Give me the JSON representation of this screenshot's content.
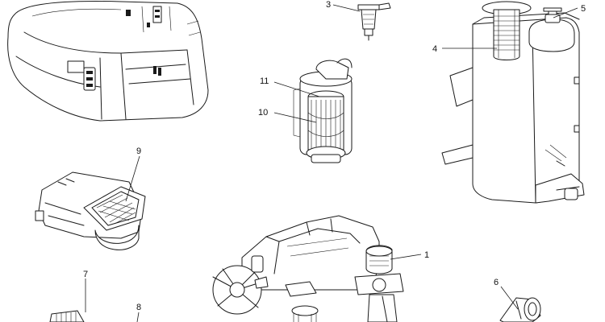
{
  "callouts": [
    {
      "id": "1",
      "text": "1"
    },
    {
      "id": "3",
      "text": "3"
    },
    {
      "id": "4",
      "text": "4"
    },
    {
      "id": "5",
      "text": "5"
    },
    {
      "id": "6",
      "text": "6"
    },
    {
      "id": "7",
      "text": "7"
    },
    {
      "id": "8",
      "text": "8"
    },
    {
      "id": "9",
      "text": "9"
    },
    {
      "id": "10",
      "text": "10"
    },
    {
      "id": "11",
      "text": "11"
    }
  ]
}
